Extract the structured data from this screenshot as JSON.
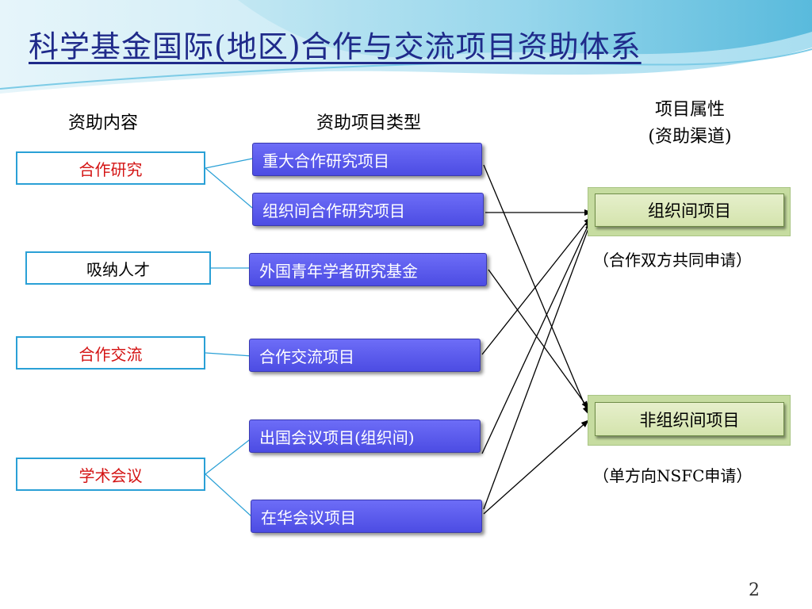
{
  "title": "科学基金国际(地区)合作与交流项目资助体系",
  "headers": {
    "content": "资助内容",
    "type": "资助项目类型",
    "attribute_line1": "项目属性",
    "attribute_line2": "(资助渠道)"
  },
  "contents": [
    {
      "label": "合作研究",
      "color": "#d41414"
    },
    {
      "label": "吸纳人才",
      "color": "#000000"
    },
    {
      "label": "合作交流",
      "color": "#d41414"
    },
    {
      "label": "学术会议",
      "color": "#d41414"
    }
  ],
  "types": [
    {
      "label": "重大合作研究项目"
    },
    {
      "label": "组织间合作研究项目"
    },
    {
      "label": "外国青年学者研究基金"
    },
    {
      "label": "合作交流项目"
    },
    {
      "label": "出国会议项目(组织间)"
    },
    {
      "label": "在华会议项目"
    }
  ],
  "attributes": [
    {
      "label": "组织间项目",
      "note": "（合作双方共同申请）"
    },
    {
      "label": "非组织间项目",
      "note": "（单方向NSFC申请）"
    }
  ],
  "page_number": "2",
  "colors": {
    "title": "#1f2a8a",
    "content_border": "#2aa0d6",
    "type_fill": "#5b5bef",
    "attr_fill": "#d4e4ad"
  }
}
